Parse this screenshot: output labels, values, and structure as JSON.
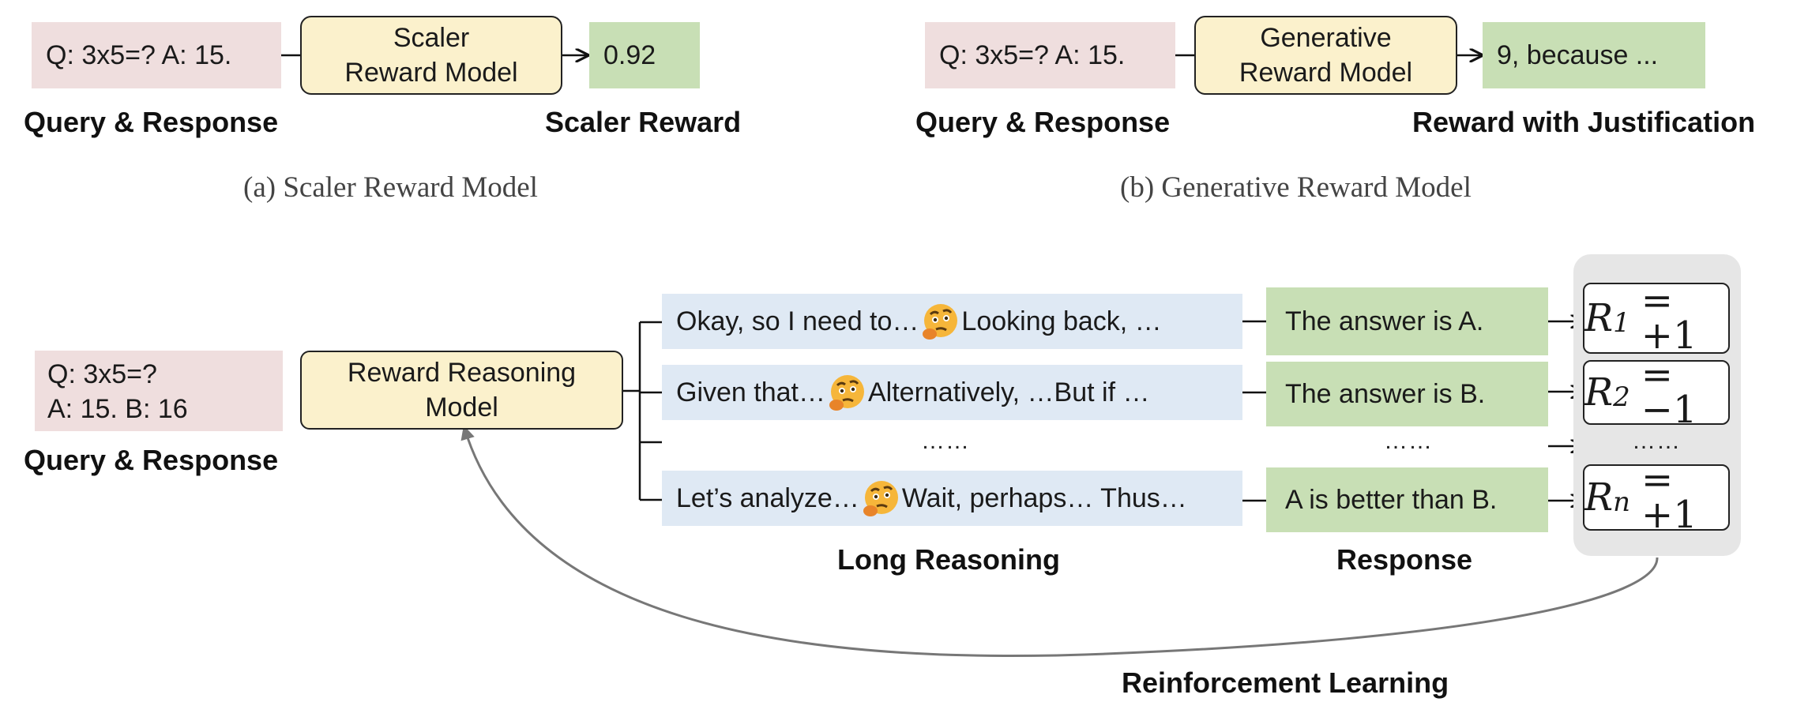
{
  "panel_a": {
    "query": "Q: 3x5=? A: 15.",
    "model": [
      "Scaler",
      "Reward Model"
    ],
    "output": "0.92",
    "label_query": "Query & Response",
    "label_output": "Scaler Reward",
    "caption": "(a) Scaler Reward Model"
  },
  "panel_b": {
    "query": "Q: 3x5=? A: 15.",
    "model": [
      "Generative",
      "Reward Model"
    ],
    "output": "9, because ...",
    "label_query": "Query & Response",
    "label_output": "Reward with Justification",
    "caption": "(b) Generative Reward Model"
  },
  "panel_c": {
    "query": [
      "Q: 3x5=?",
      "A: 15. B: 16"
    ],
    "label_query": "Query & Response",
    "model": [
      "Reward Reasoning",
      "Model"
    ],
    "reasoning": [
      {
        "before": "Okay, so I need to…",
        "after": "Looking back, …"
      },
      {
        "before": "Given that…",
        "after": "Alternatively, …But if …"
      },
      {
        "before": "Let’s analyze…",
        "after": "Wait, perhaps… Thus…"
      }
    ],
    "responses": [
      "The answer is A.",
      "The answer is B.",
      "A is better than B."
    ],
    "rewards": [
      {
        "var": "R",
        "sub": "1",
        "value": "= +1"
      },
      {
        "var": "R",
        "sub": "2",
        "value": "= −1"
      },
      {
        "var": "R",
        "sub": "n",
        "value": "= +1"
      }
    ],
    "ellipsis": "……",
    "label_reasoning": "Long Reasoning",
    "label_response": "Response",
    "label_rl": "Reinforcement Learning"
  },
  "icons": {
    "thinking": "thinking-face-icon"
  },
  "colors": {
    "query": "#efdede",
    "model": "#fbf1cc",
    "output": "#c8dfb5",
    "reasoning": "#dfe9f4",
    "rl_arrow": "#777777"
  }
}
